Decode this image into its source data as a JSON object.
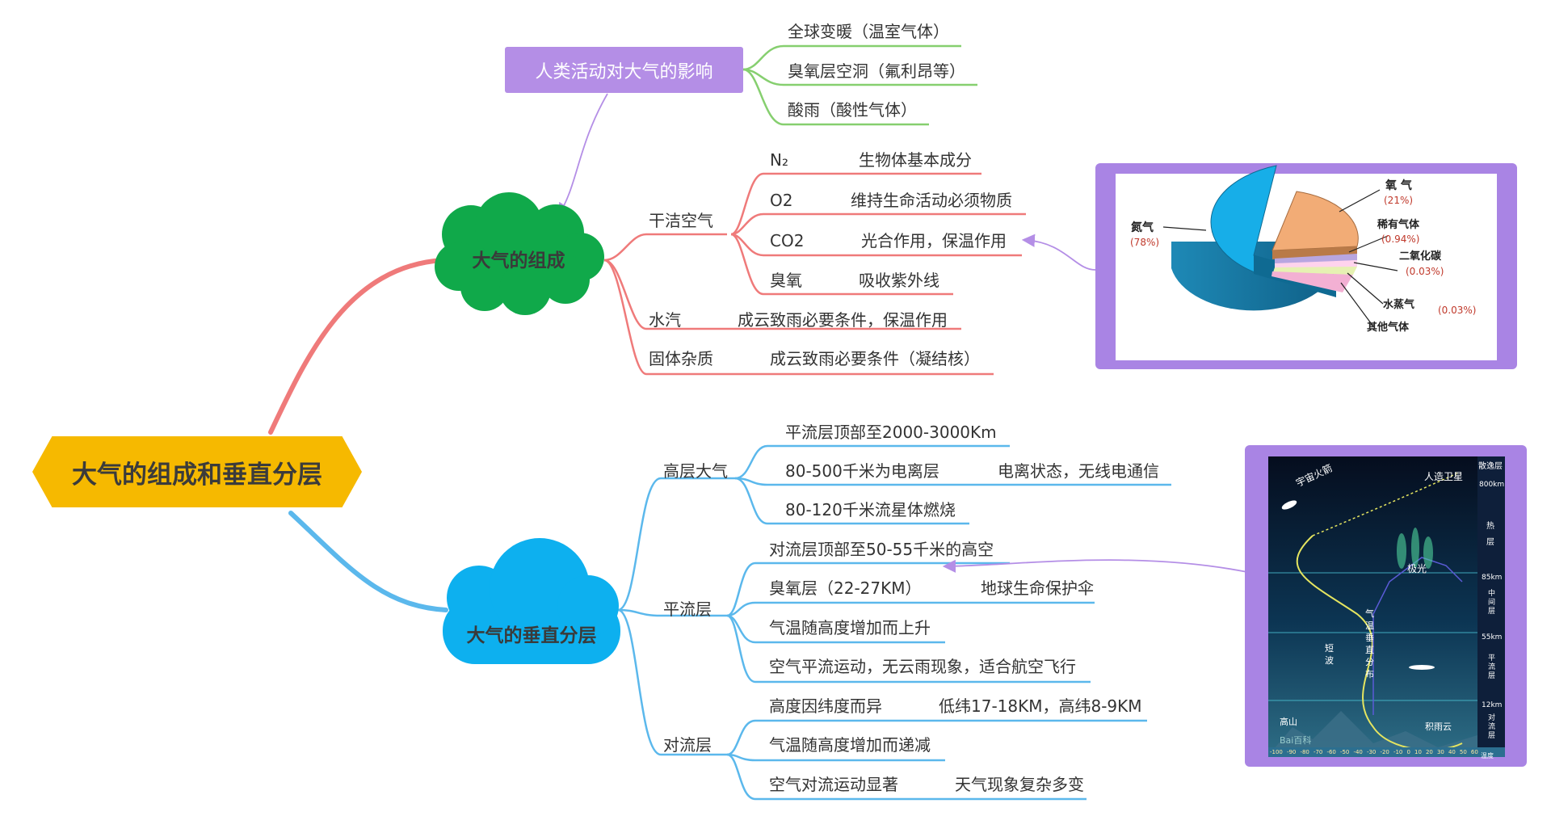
{
  "root": {
    "title": "大气的组成和垂直分层"
  },
  "human_impact": {
    "title": "人类活动对大气的影响",
    "items": [
      "全球变暖（温室气体）",
      "臭氧层空洞（氟利昂等）",
      "酸雨（酸性气体）"
    ]
  },
  "composition": {
    "title": "大气的组成",
    "dry_air": {
      "label": "干洁空气",
      "rows": [
        {
          "name": "N₂",
          "desc": "生物体基本成分"
        },
        {
          "name": "O2",
          "desc": "维持生命活动必须物质"
        },
        {
          "name": "CO2",
          "desc": "光合作用，保温作用"
        },
        {
          "name": "臭氧",
          "desc": "吸收紫外线"
        }
      ]
    },
    "water_vapor": {
      "label": "水汽",
      "desc": "成云致雨必要条件，保温作用"
    },
    "solid": {
      "label": "固体杂质",
      "desc": "成云致雨必要条件（凝结核）"
    }
  },
  "vertical": {
    "title": "大气的垂直分层",
    "upper": {
      "label": "高层大气",
      "items": [
        "平流层顶部至2000-3000Km",
        "80-500千米为电离层",
        "80-120千米流星体燃烧"
      ],
      "ionosphere_note": "电离状态，无线电通信"
    },
    "strato": {
      "label": "平流层",
      "items": [
        "对流层顶部至50-55千米的高空",
        "臭氧层（22-27KM）",
        "气温随高度增加而上升",
        "空气平流运动，无云雨现象，适合航空飞行"
      ],
      "ozone_note": "地球生命保护伞"
    },
    "tropo": {
      "label": "对流层",
      "items": [
        "高度因纬度而异",
        "气温随高度增加而递减",
        "空气对流运动显著"
      ],
      "height_note": "低纬17-18KM，高纬8-9KM",
      "weather_note": "天气现象复杂多变"
    }
  },
  "pie_image": {
    "labels": {
      "n2": "氮气",
      "n2_pct": "(78%)",
      "o2": "氧 气",
      "o2_pct": "(21%)",
      "rare": "稀有气体",
      "rare_pct": "(0.94%)",
      "co2": "二氧化碳",
      "co2_pct": "(0.03%)",
      "water": "水蒸气",
      "other": "其他气体",
      "water_other_pct": "(0.03%)"
    }
  },
  "layers_image": {
    "labels": {
      "rocket": "宇宙火箭",
      "satellite": "人造卫星",
      "exosphere": "散逸层",
      "km800": "800km",
      "thermo": "热",
      "thermo2": "层",
      "aurora": "极光",
      "km85": "85km",
      "meso": "中间层",
      "km55": "55km",
      "temp_curve": "气温垂直分布",
      "shortwave": "短波",
      "strato": "平流层",
      "km12": "12km",
      "mountain": "高山",
      "rain_cloud": "积雨云",
      "tropo": "对流层",
      "temp_axis": "温度",
      "watermark": "Bai百科",
      "ticks": [
        "-100",
        "-90",
        "-80",
        "-70",
        "-60",
        "-50",
        "-40",
        "-30",
        "-20",
        "-10",
        "0",
        "10",
        "20",
        "30",
        "40",
        "50",
        "60"
      ]
    }
  },
  "colors": {
    "red_branch": "#ef7a7a",
    "blue_branch": "#5bb8ec",
    "green_branch": "#86cf6f",
    "purple": "#b48ee6",
    "root_fill": "#f6b900",
    "green_cloud": "#10a94a",
    "blue_cloud": "#0db0ef"
  }
}
